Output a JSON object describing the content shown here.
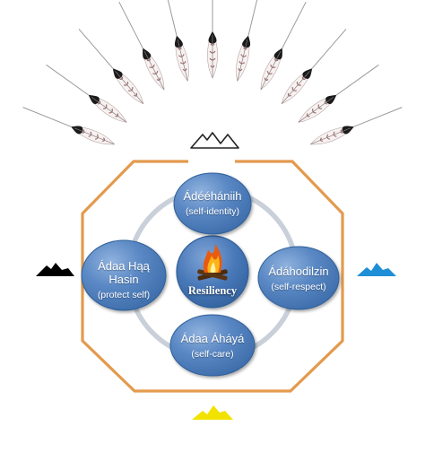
{
  "diagram": {
    "center": {
      "label": "Resiliency",
      "icon": "campfire-icon"
    },
    "nodes": {
      "top": {
        "name": "Ádééhániih",
        "sub": "(self-identity)"
      },
      "right": {
        "name": "Ádáhodilzin",
        "sub": "(self-respect)"
      },
      "bottom": {
        "name": "Ádaa Áháyá",
        "sub": "(self-care)"
      },
      "left": {
        "name": "Ádaa Hąą Hasin",
        "sub": "(protect self)"
      }
    },
    "mountains": {
      "north": {
        "color": "#ffffff",
        "icon": "white-mountain-icon"
      },
      "east": {
        "color": "#1e8fd6",
        "icon": "blue-mountain-icon"
      },
      "south": {
        "color": "#f2e200",
        "icon": "yellow-mountain-icon"
      },
      "west": {
        "color": "#000000",
        "icon": "black-mountain-icon"
      }
    },
    "colors": {
      "octagon": "#e39a4d",
      "ring": "#c9d0d9",
      "node_fill": "#4d7fbe",
      "node_edge": "#2f5f99"
    },
    "headdress": {
      "icon": "eagle-feather-headdress-icon",
      "feather_count": 11
    }
  }
}
